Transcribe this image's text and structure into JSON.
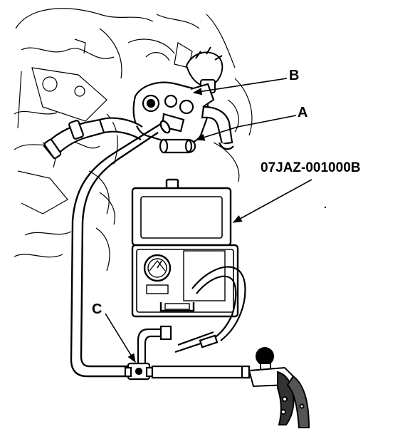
{
  "callouts": {
    "b": "B",
    "a": "A",
    "tool": "07JAZ-001000B",
    "c": "C"
  },
  "colors": {
    "ink": "#000000",
    "paper": "#ffffff"
  }
}
